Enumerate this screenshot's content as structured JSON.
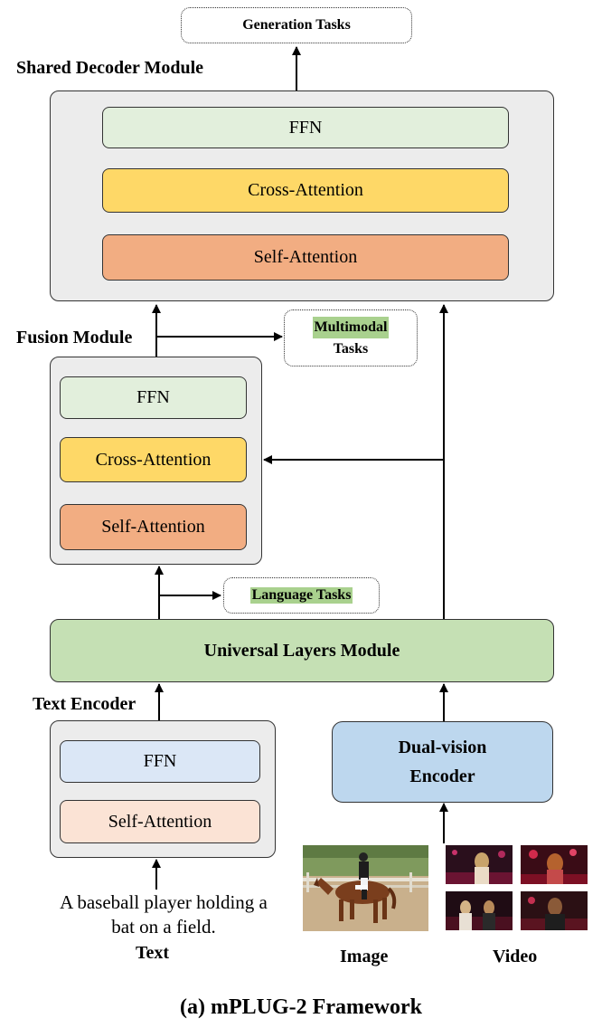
{
  "generation_tasks": "Generation Tasks",
  "shared_decoder": {
    "title": "Shared Decoder Module",
    "layers": [
      "FFN",
      "Cross-Attention",
      "Self-Attention"
    ]
  },
  "multimodal_tasks": {
    "line1": "Multimodal",
    "line2": "Tasks"
  },
  "fusion": {
    "title": "Fusion Module",
    "layers": [
      "FFN",
      "Cross-Attention",
      "Self-Attention"
    ]
  },
  "language_tasks": "Language Tasks",
  "universal": "Universal Layers Module",
  "text_encoder": {
    "title": "Text Encoder",
    "layers": [
      "FFN",
      "Self-Attention"
    ]
  },
  "dual_vision": {
    "line1": "Dual-vision",
    "line2": "Encoder"
  },
  "inputs": {
    "text_caption_line1": "A baseball player holding a",
    "text_caption_line2": "bat on a field.",
    "text_label": "Text",
    "image_label": "Image",
    "video_label": "Video"
  },
  "caption": "(a) mPLUG-2 Framework",
  "colors": {
    "ffn": "#e2efdc",
    "cross_attention": "#fed867",
    "self_attention": "#f2ad82",
    "universal": "#c5e0b4",
    "dual_vision": "#bdd7ee",
    "highlight": "#a9d18e"
  }
}
